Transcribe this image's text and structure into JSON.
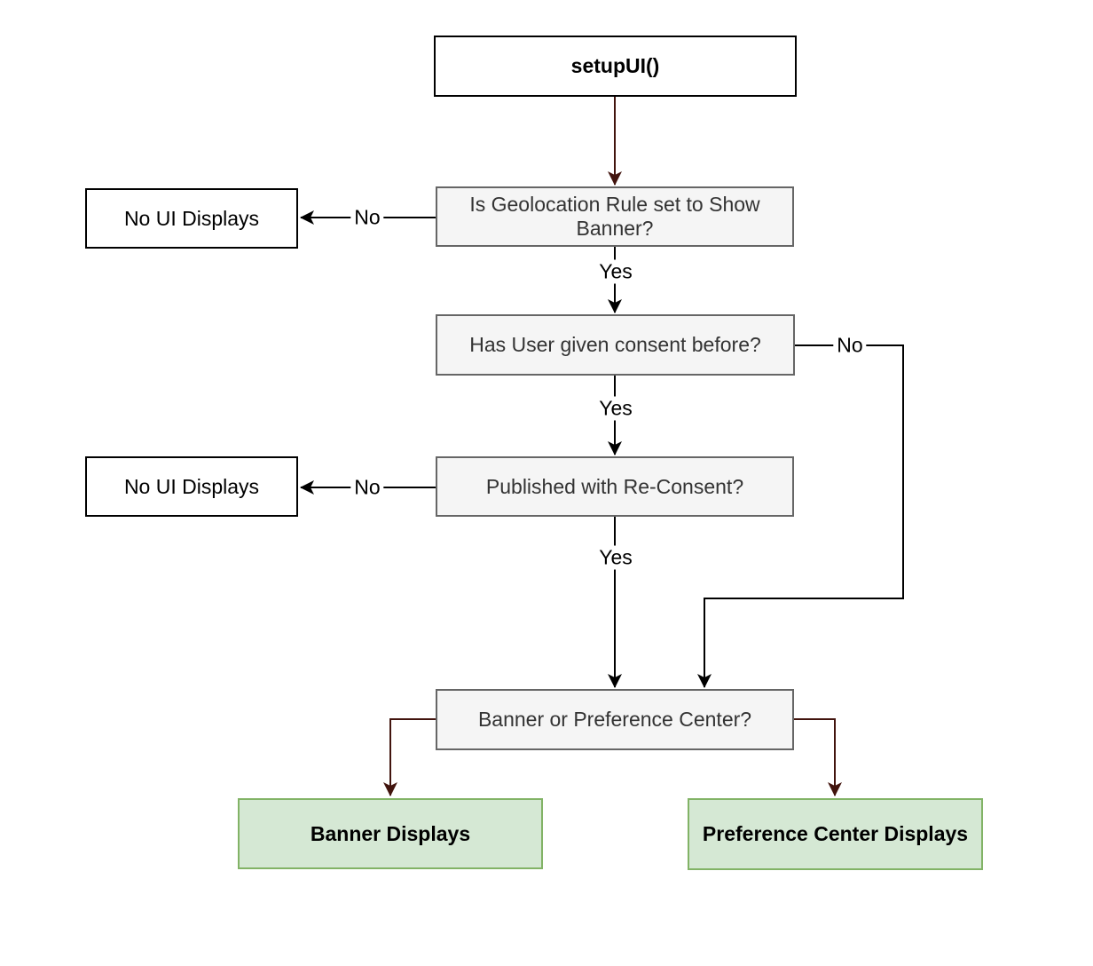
{
  "flowchart": {
    "nodes": {
      "setupui": {
        "label": "setupUI()",
        "type": "start"
      },
      "geo_rule": {
        "label": "Is Geolocation Rule set to Show Banner?",
        "type": "question"
      },
      "no_ui_top": {
        "label": "No UI Displays",
        "type": "terminal"
      },
      "consent_before": {
        "label": "Has User given consent before?",
        "type": "question"
      },
      "no_ui_bottom": {
        "label": "No UI Displays",
        "type": "terminal"
      },
      "republish": {
        "label": "Published with Re-Consent?",
        "type": "question"
      },
      "banner_or_pc": {
        "label": "Banner or Preference Center?",
        "type": "question"
      },
      "banner_displays": {
        "label": "Banner Displays",
        "type": "result"
      },
      "pc_displays": {
        "label": "Preference Center Displays",
        "type": "result"
      }
    },
    "edges": [
      {
        "from": "setupui",
        "to": "geo_rule",
        "label": "",
        "color": "maroon"
      },
      {
        "from": "geo_rule",
        "to": "no_ui_top",
        "label": "No",
        "color": "black"
      },
      {
        "from": "geo_rule",
        "to": "consent_before",
        "label": "Yes",
        "color": "black"
      },
      {
        "from": "consent_before",
        "to": "banner_or_pc",
        "label": "No",
        "color": "black"
      },
      {
        "from": "consent_before",
        "to": "republish",
        "label": "Yes",
        "color": "black"
      },
      {
        "from": "republish",
        "to": "no_ui_bottom",
        "label": "No",
        "color": "black"
      },
      {
        "from": "republish",
        "to": "banner_or_pc",
        "label": "Yes",
        "color": "black"
      },
      {
        "from": "banner_or_pc",
        "to": "banner_displays",
        "label": "",
        "color": "maroon"
      },
      {
        "from": "banner_or_pc",
        "to": "pc_displays",
        "label": "",
        "color": "maroon"
      }
    ],
    "colors": {
      "question_fill": "#F5F5F5",
      "question_border": "#666666",
      "question_text": "#333333",
      "plain_fill": "#FFFFFF",
      "plain_border": "#000000",
      "result_fill": "#D5E8D4",
      "result_border": "#82B366",
      "edge_black": "#000000",
      "edge_maroon": "#42140E"
    }
  }
}
